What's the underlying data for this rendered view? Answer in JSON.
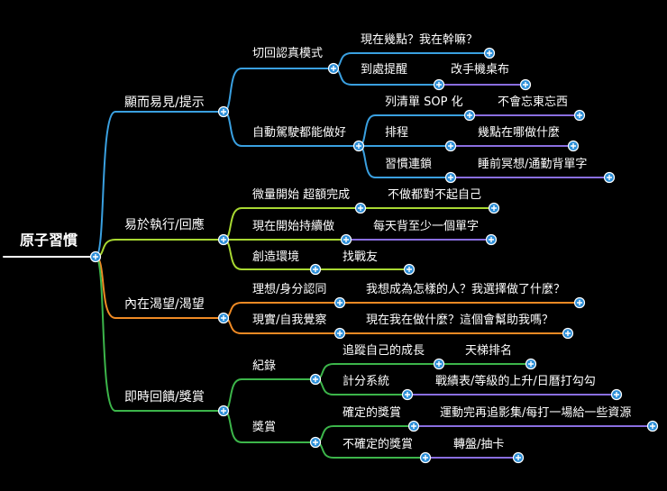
{
  "root": "原子習慣",
  "colors": {
    "blue": "#3aa0e0",
    "yellow": "#a8d832",
    "orange": "#f08a24",
    "green": "#3cb54a",
    "purple": "#8a6ee0",
    "node": "#2d8fd8"
  },
  "branches": [
    {
      "label": "顯而易見/提示",
      "children": [
        {
          "label": "切回認真模式",
          "children": [
            {
              "label": "現在幾點？我在幹嘛？",
              "children": []
            },
            {
              "label": "到處提醒",
              "children": [
                {
                  "label": "改手機桌布"
                }
              ]
            }
          ]
        },
        {
          "label": "自動駕駛都能做好",
          "children": [
            {
              "label": "列清單 SOP 化",
              "children": [
                {
                  "label": "不會忘東忘西"
                }
              ]
            },
            {
              "label": "排程",
              "children": [
                {
                  "label": "幾點在哪做什麼"
                }
              ]
            },
            {
              "label": "習慣連鎖",
              "children": [
                {
                  "label": "睡前冥想/通勤背單字"
                }
              ]
            }
          ]
        }
      ]
    },
    {
      "label": "易於執行/回應",
      "children": [
        {
          "label": "微量開始 超額完成",
          "children": [
            {
              "label": "不做都對不起自己"
            }
          ]
        },
        {
          "label": "現在開始持續做",
          "children": [
            {
              "label": "每天背至少一個單字"
            }
          ]
        },
        {
          "label": "創造環境",
          "children": [
            {
              "label": "找戰友"
            }
          ]
        }
      ]
    },
    {
      "label": "內在渴望/渴望",
      "children": [
        {
          "label": "理想/身分認同",
          "children": [
            {
              "label": "我想成為怎樣的人？我選擇做了什麼？"
            }
          ]
        },
        {
          "label": "現實/自我覺察",
          "children": [
            {
              "label": "現在我在做什麼？這個會幫助我嗎？"
            }
          ]
        }
      ]
    },
    {
      "label": "即時回饋/獎賞",
      "children": [
        {
          "label": "紀錄",
          "children": [
            {
              "label": "追蹤自己的成長",
              "children": [
                {
                  "label": "天梯排名"
                }
              ]
            },
            {
              "label": "計分系統",
              "children": [
                {
                  "label": "戰績表/等級的上升/日曆打勾勾"
                }
              ]
            }
          ]
        },
        {
          "label": "獎賞",
          "children": [
            {
              "label": "確定的獎賞",
              "children": [
                {
                  "label": "運動完再追影集/每打一場給一些資源"
                }
              ]
            },
            {
              "label": "不確定的獎賞",
              "children": [
                {
                  "label": "轉盤/抽卡"
                }
              ]
            }
          ]
        }
      ]
    }
  ]
}
